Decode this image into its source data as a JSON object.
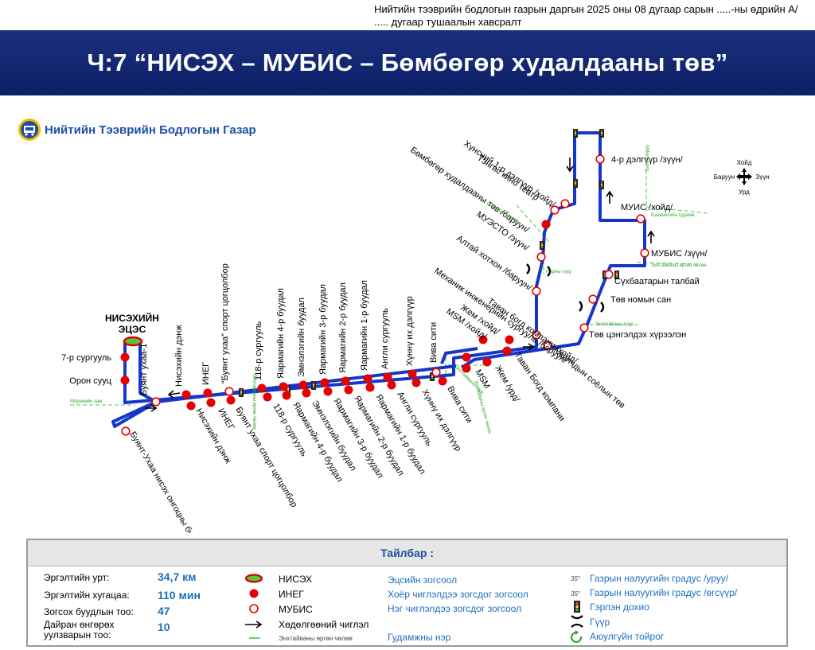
{
  "header": {
    "decree": "Нийтийн тээврийн бодлогын газрын даргын 2025 оны 08 дугаар сарын .....-ны өдрийн А/ ..... дугаар тушаалын хавсралт",
    "title": "Ч:7 “НИСЭХ – МУБИС – Бөмбөгөр худалдааны төв”"
  },
  "agency": {
    "name": "Нийтийн Тээврийн Бодлогын Газар"
  },
  "map": {
    "route_color": "#1537c9",
    "terminal_title": "НИСЭХИЙН ЭЦЭС",
    "compass": {
      "north": "Хойд",
      "south": "Урд",
      "west": "Баруун",
      "east": "Зүүн"
    },
    "stops": [
      {
        "id": "s1",
        "label": "7-р сургууль"
      },
      {
        "id": "s2",
        "label": "Орон сууц"
      },
      {
        "id": "s3",
        "label": "Буянт ухаа-1"
      },
      {
        "id": "s4",
        "label": "Буянт-Ухаа нисэх онгоцны буудал"
      },
      {
        "id": "s5",
        "label": "Нисэхийн дэнж"
      },
      {
        "id": "s6",
        "label": "Нисэхийн дэнж"
      },
      {
        "id": "s7",
        "label": "ИНЕГ"
      },
      {
        "id": "s8",
        "label": "ИНЕГ"
      },
      {
        "id": "s9",
        "label": "“Буянт ухаа” спорт цогцолбор"
      },
      {
        "id": "s10",
        "label": "Буянт ухаа спорт цогцолбор"
      },
      {
        "id": "s11",
        "label": "118-р сургууль"
      },
      {
        "id": "s12",
        "label": "118-р сургууль"
      },
      {
        "id": "s13",
        "label": "Яармагийн 4-р буудал"
      },
      {
        "id": "s14",
        "label": "Яармагийн 4-р буудал"
      },
      {
        "id": "s15",
        "label": "Эмнэлэгийн буудал"
      },
      {
        "id": "s16",
        "label": "Эмнэлэгийн буудал"
      },
      {
        "id": "s17",
        "label": "Яармагийн 3-р буудал"
      },
      {
        "id": "s18",
        "label": "Яармагийн 3-р буудал"
      },
      {
        "id": "s19",
        "label": "Яармагийн 2-р буудал"
      },
      {
        "id": "s20",
        "label": "Яармагийн 2-р буудал"
      },
      {
        "id": "s21",
        "label": "Яармагийн 1-р буудал"
      },
      {
        "id": "s22",
        "label": "Яармагийн 1-р буудал"
      },
      {
        "id": "s23",
        "label": "Англи сургууль"
      },
      {
        "id": "s24",
        "label": "Англи сургууль"
      },
      {
        "id": "s25",
        "label": "Хүннү их дэлгүүр"
      },
      {
        "id": "s26",
        "label": "Хүннү их дэлгүүр"
      },
      {
        "id": "s27",
        "label": "Вива сити"
      },
      {
        "id": "s28",
        "label": "Вива сити"
      },
      {
        "id": "s29",
        "label": "MSM /хойд/"
      },
      {
        "id": "s30",
        "label": "MSM"
      },
      {
        "id": "s31",
        "label": "Жем /хойд/"
      },
      {
        "id": "s32",
        "label": "Жем /урд/"
      },
      {
        "id": "s33",
        "label": "Таван богд компани /хойд/"
      },
      {
        "id": "s34",
        "label": "Таван Богд компани"
      },
      {
        "id": "s35",
        "label": "Механик инженерийн сургууль /баруун/"
      },
      {
        "id": "s36",
        "label": "Ажилчдын соёлын төв"
      },
      {
        "id": "s37",
        "label": "Алтай хотхон /баруун/"
      },
      {
        "id": "s38",
        "label": "Төв цэнгэлдэх хүрээлэн"
      },
      {
        "id": "s39",
        "label": "МУЭСТО /зүүн/"
      },
      {
        "id": "s40",
        "label": "Төв номын сан"
      },
      {
        "id": "s41",
        "label": "Бөмбөгөр худалдааны төв /баруун/"
      },
      {
        "id": "s42",
        "label": "Сүхбаатарын талбай"
      },
      {
        "id": "s43",
        "label": "Тэнгис кино театр"
      },
      {
        "id": "s44",
        "label": "МУБИС /зүүн/"
      },
      {
        "id": "s45",
        "label": "Хүнсний 1-р дэлгүүр /хойд/"
      },
      {
        "id": "s46",
        "label": "МУИС /хойд/"
      },
      {
        "id": "s47",
        "label": "4-р дэлгүүр /зүүн/"
      }
    ],
    "streets": [
      {
        "id": "st1",
        "label": "Моренийн зам"
      },
      {
        "id": "st2",
        "label": "Энхтайваны өргөн чөлөө"
      },
      {
        "id": "st3",
        "label": "Энхтайваны гүүр"
      },
      {
        "id": "st4",
        "label": "Нарны гүүр"
      },
      {
        "id": "st5",
        "label": "Энхтайваны өргөн чөлөө"
      },
      {
        "id": "st6",
        "label": "Бага тойруу"
      },
      {
        "id": "st7",
        "label": "Бээжингийн гудамж"
      },
      {
        "id": "st8",
        "label": "Энхтайваны өргөн чөлөө"
      },
      {
        "id": "st9",
        "label": "Сөүлийн гудамж"
      },
      {
        "id": "st10",
        "label": "Энхтайваны гүүр"
      }
    ]
  },
  "legend": {
    "title": "Тайлбар :",
    "stats": [
      {
        "label": "Эргэлтийн урт:",
        "value": "34,7 км"
      },
      {
        "label": "Эргэлтийн хугацаа:",
        "value": "110 мин"
      },
      {
        "label": "Зогсох буудлын тоо:",
        "value": "47"
      },
      {
        "label": "Дайран өнгөрөх уулзварын тоо:",
        "value": "10"
      }
    ],
    "symbols": {
      "terminal": "НИСЭХ",
      "two_way_stop": "ИНЕГ",
      "one_way_stop": "МУБИС",
      "direction": "Хөдөлгөөний чиглэл",
      "street_line": "Энхтайваны өргөн чөлөө"
    },
    "stop_types": {
      "terminal_stop": "Эцсийн зогсоол",
      "two_way": "Хоёр чиглэлдээ зогсдог зогсоол",
      "one_way": "Нэг чиглэлдээ зогсдог зогсоол",
      "street_name": "Гудамжны нэр"
    },
    "slope": {
      "up_mark": "35°",
      "up": "Газрын налуугийн градус /өгсүүр/",
      "down_mark": "35°",
      "down": "Газрын налуугийн градус /уруу/"
    },
    "other": {
      "traffic_light": "Гэрлэн дохио",
      "bridge": "Гүүр",
      "roundabout": "Аюулгүйн тойрог"
    }
  }
}
